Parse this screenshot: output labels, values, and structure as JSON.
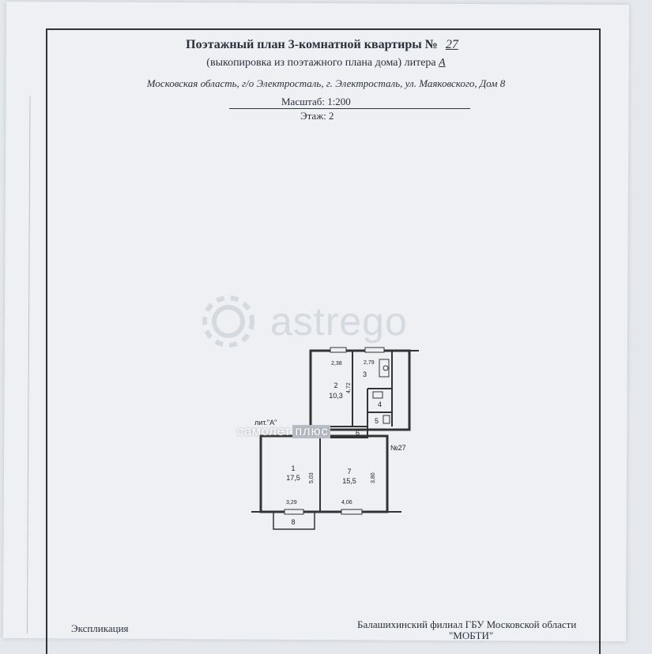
{
  "header": {
    "title_prefix": "Поэтажный план 3-комнатной квартиры №",
    "apartment_number": "27",
    "subtitle_prefix": "(выкопировка из поэтажного плана дома) литера",
    "litera": "А",
    "address": "Московская область, г/о Электросталь, г. Электросталь, ул. Маяковского, Дом 8",
    "scale": "Масштаб: 1:200",
    "floor": "Этаж: 2"
  },
  "watermarks": {
    "main": "astrego",
    "secondary": "самолет",
    "secondary_box": "плюс",
    "icon": "gear-logo-icon"
  },
  "plan": {
    "building_label": "лит.\"А\"",
    "apartment_label": "№27",
    "rooms": [
      {
        "number": "2",
        "area": "10,3"
      },
      {
        "number": "3",
        "area": ""
      },
      {
        "number": "4",
        "area": ""
      },
      {
        "number": "5",
        "area": ""
      },
      {
        "number": "6",
        "area": ""
      },
      {
        "number": "1",
        "area": "17,5"
      },
      {
        "number": "7",
        "area": "15,5"
      },
      {
        "number": "8",
        "area": ""
      }
    ],
    "dimensions": {
      "room2_width": "2,38",
      "room3_width": "2,79",
      "room2_length": "4,72",
      "room1_length": "5,03",
      "room7_length": "3,80",
      "room1_width": "3,29",
      "room7_width": "4,06"
    }
  },
  "footer": {
    "explication": "Экспликация",
    "org_line1": "Балашихинский филиал ГБУ Московской области",
    "org_line2": "\"МОБТИ\""
  }
}
